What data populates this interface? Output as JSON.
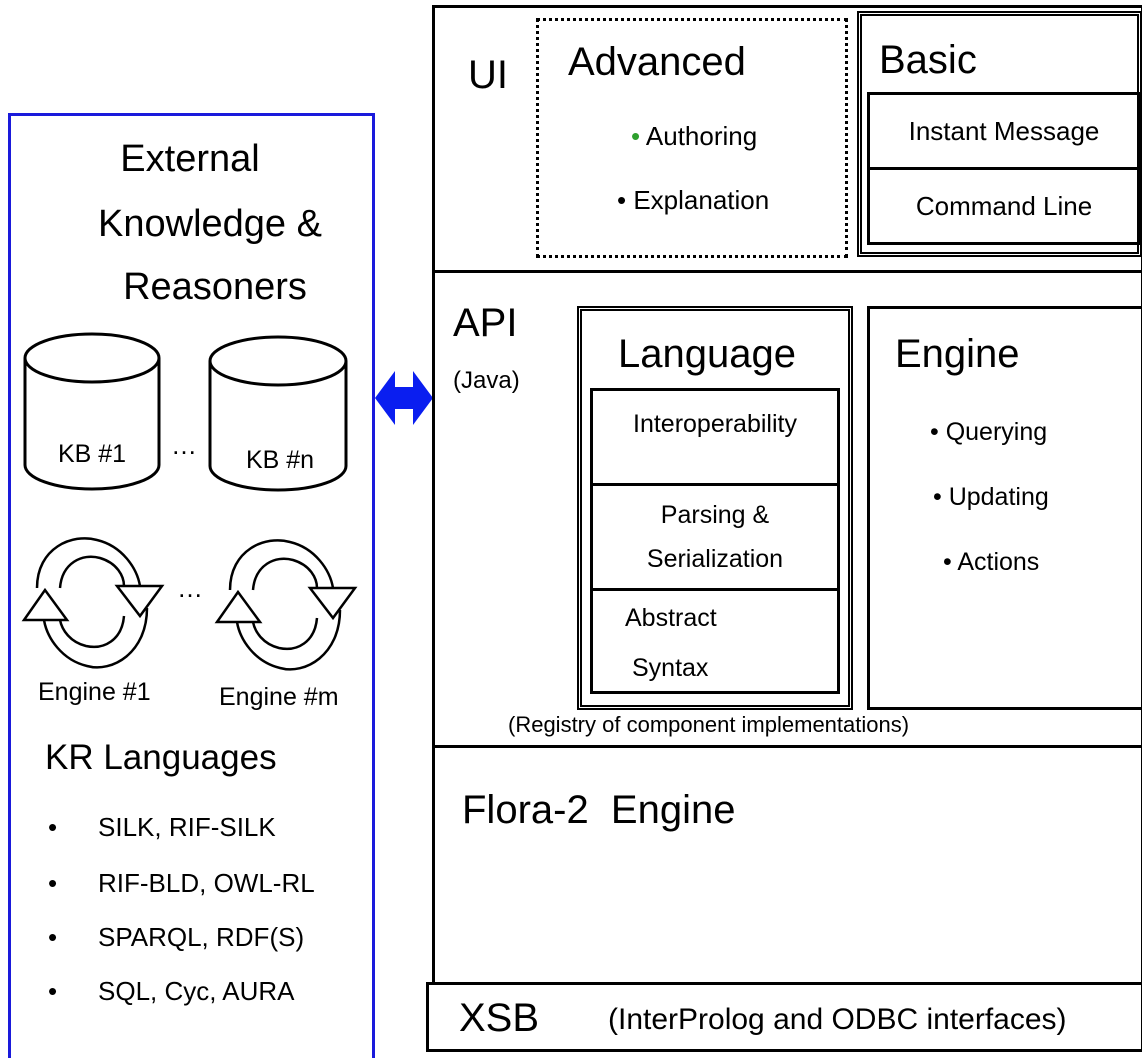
{
  "external": {
    "title_line1": "External",
    "title_line2": "Knowledge &",
    "title_line3": "Reasoners",
    "kb1": "KB #1",
    "kb_ellipsis": "…",
    "kbn": "KB #n",
    "engine_ellipsis": "…",
    "engine1": "Engine #1",
    "enginem": "Engine #m",
    "languages_title": "KR Languages",
    "languages": [
      "SILK, RIF-SILK",
      "RIF-BLD, OWL-RL",
      "SPARQL, RDF(S)",
      "SQL, Cyc, AURA"
    ],
    "bullet": "•"
  },
  "ui": {
    "label": "UI",
    "advanced": {
      "title": "Advanced",
      "items": [
        "Authoring",
        "Explanation"
      ]
    },
    "basic": {
      "title": "Basic",
      "items": [
        "Instant Message",
        "Command Line"
      ]
    }
  },
  "api": {
    "label": "API",
    "sublabel": "(Java)",
    "language": {
      "title": "Language",
      "items": [
        "Interoperability",
        "Parsing &",
        "Serialization",
        "Abstract",
        "Syntax"
      ]
    },
    "engine": {
      "title": "Engine",
      "items": [
        "• Querying",
        "• Updating",
        "• Actions"
      ]
    },
    "registry": "(Registry of component implementations)"
  },
  "flora": {
    "label": "Flora-2  Engine"
  },
  "xsb": {
    "label": "XSB",
    "note": "(InterProlog and ODBC interfaces)"
  },
  "colors": {
    "external_border": "#1a1adb",
    "arrow": "#0a1ef0",
    "bullet_green": "#2ea02e"
  }
}
